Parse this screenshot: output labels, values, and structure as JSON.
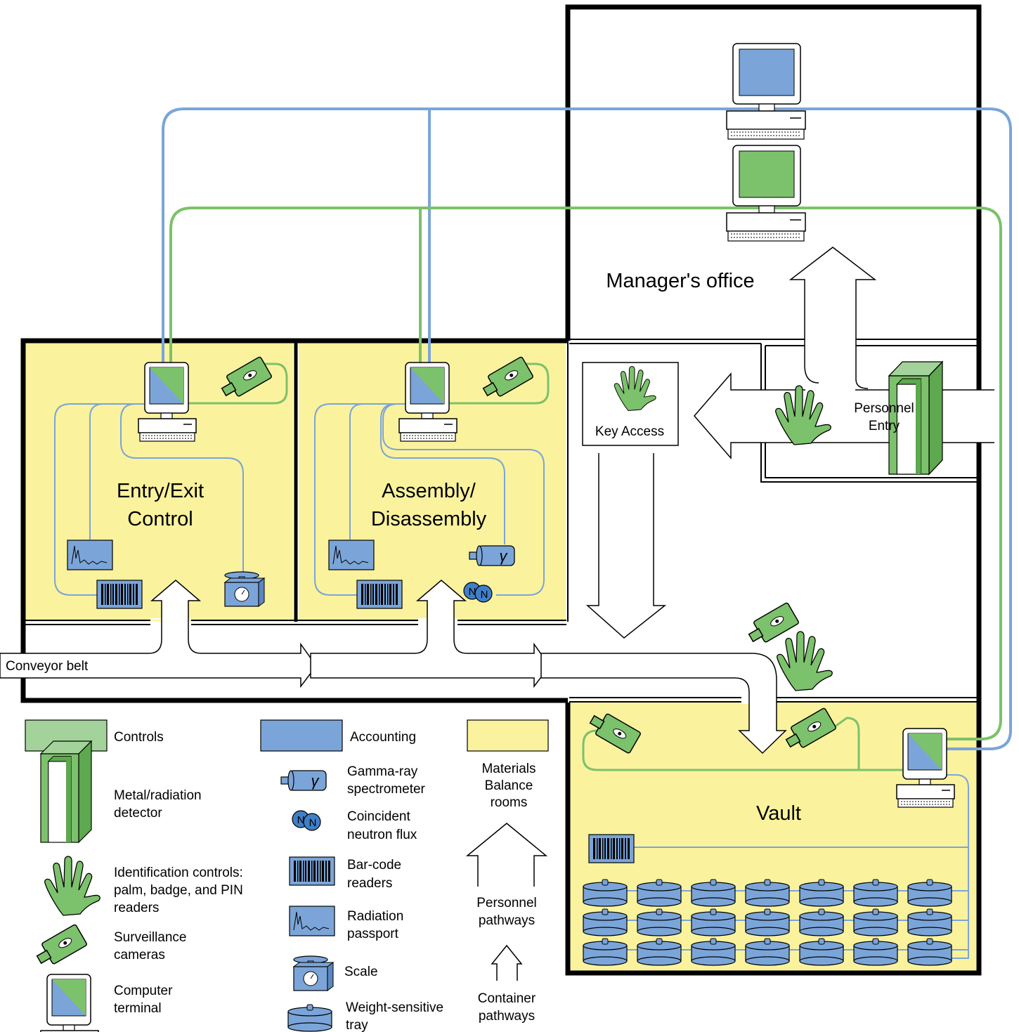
{
  "rooms": {
    "manager": "Manager's office",
    "entry_line1": "Entry/Exit",
    "entry_line2": "Control",
    "assembly_line1": "Assembly/",
    "assembly_line2": "Disassembly",
    "vault": "Vault",
    "key_access": "Key Access",
    "personnel_entry_line1": "Personnel",
    "personnel_entry_line2": "Entry",
    "conveyor": "Conveyor belt"
  },
  "legend": {
    "controls": "Controls",
    "accounting": "Accounting",
    "mb_line1": "Materials",
    "mb_line2": "Balance",
    "mb_line3": "rooms",
    "metal_line1": "Metal/radiation",
    "metal_line2": "detector",
    "ident_line1": "Identification controls:",
    "ident_line2": "palm, badge, and PIN",
    "ident_line3": "readers",
    "surv_line1": "Surveillance",
    "surv_line2": "cameras",
    "comp_line1": "Computer",
    "comp_line2": "terminal",
    "gamma_line1": "Gamma-ray",
    "gamma_line2": "spectrometer",
    "neutron_line1": "Coincident",
    "neutron_line2": "neutron flux",
    "bar_line1": "Bar-code",
    "bar_line2": "readers",
    "rad_line1": "Radiation",
    "rad_line2": "passport",
    "scale": "Scale",
    "tray_line1": "Weight-sensitive",
    "tray_line2": "tray",
    "pers_line1": "Personnel",
    "pers_line2": "pathways",
    "cont_line1": "Container",
    "cont_line2": "pathways"
  },
  "symbols": {
    "gamma": "γ",
    "neutron": "N"
  },
  "colors": {
    "controls": "#7cc16b",
    "controls_light": "#a3d39a",
    "accounting": "#7ba5d8",
    "materials_balance": "#fbf29d",
    "wall": "#000000"
  }
}
